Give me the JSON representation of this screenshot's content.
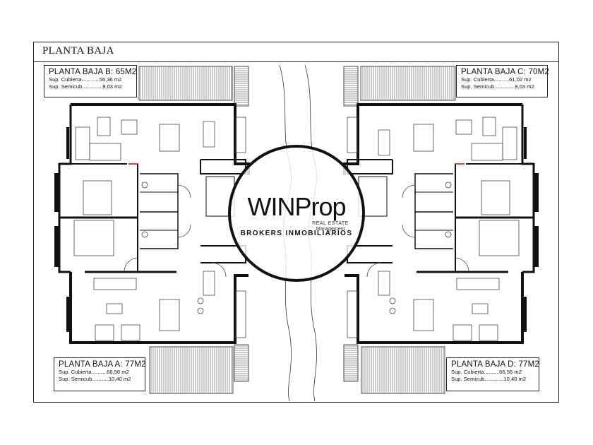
{
  "sheet": {
    "title": "PLANTA BAJA"
  },
  "units": {
    "b": {
      "name": "PLANTA BAJA B: 65M2",
      "rows": [
        {
          "label": "Sup. Cubierta",
          "dots": "..............",
          "value": "56,36 m2"
        },
        {
          "label": "Sup. Semicub",
          "dots": "................",
          "value": "9,03 m2"
        }
      ]
    },
    "c": {
      "name": "PLANTA BAJA C: 70M2",
      "rows": [
        {
          "label": "Sup. Cubierta",
          "dots": "............",
          "value": "61,02 m2"
        },
        {
          "label": "Sup. Semicub",
          "dots": "................",
          "value": "9,03 m2"
        }
      ]
    },
    "a": {
      "name": "PLANTA BAJA A: 77M2",
      "rows": [
        {
          "label": "Sup. Cubierta",
          "dots": "............",
          "value": "66,56 m2"
        },
        {
          "label": "Sup. Semicub",
          "dots": ".............",
          "value": "10,40 m2"
        }
      ]
    },
    "d": {
      "name": "PLANTA BAJA D: 77M2",
      "rows": [
        {
          "label": "Sup. Cubierta",
          "dots": "............",
          "value": "66,56 m2"
        },
        {
          "label": "Sup. Semicub",
          "dots": "...............",
          "value": "10,40 m2"
        }
      ]
    }
  },
  "watermark": {
    "brand": "WINProp",
    "tagline_1": "REAL ESTATE",
    "tagline_2": "Management",
    "subtitle": "BROKERS INMOBILIARIOS"
  }
}
